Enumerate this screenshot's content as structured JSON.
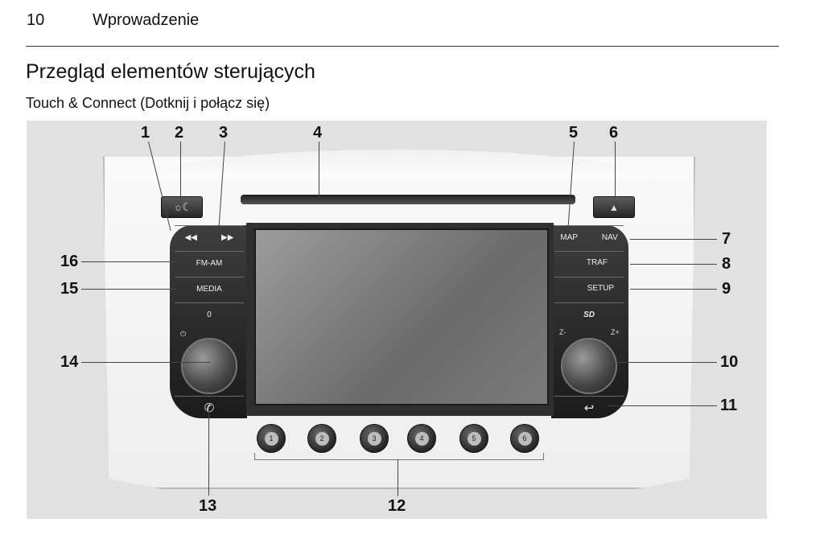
{
  "header": {
    "page_number": "10",
    "chapter": "Wprowadzenie"
  },
  "section_title": "Przegląd elementów sterujących",
  "subsection_title": "Touch & Connect (Dotknij i połącz się)",
  "device": {
    "left_buttons": {
      "seek": "◀◀",
      "fm_am": "FM-AM",
      "media": "MEDIA",
      "zero": "0"
    },
    "right_buttons": {
      "map": "MAP",
      "nav": "NAV",
      "traf": "TRAF",
      "setup": "SETUP"
    },
    "top_left_label": "▶▶",
    "power_symbol": "⏻",
    "zoom_minus": "Z-",
    "zoom_plus": "Z+",
    "phone_symbol": "✆",
    "back_symbol": "↩",
    "sd_symbol": "SD",
    "presets": [
      "1",
      "2",
      "3",
      "4",
      "5",
      "6"
    ],
    "icons": [
      "day-night-icon",
      "eject-icon",
      "power-icon",
      "phone-icon",
      "back-icon",
      "sd-card-icon"
    ]
  },
  "callouts": [
    "1",
    "2",
    "3",
    "4",
    "5",
    "6",
    "7",
    "8",
    "9",
    "10",
    "11",
    "12",
    "13",
    "14",
    "15",
    "16"
  ]
}
